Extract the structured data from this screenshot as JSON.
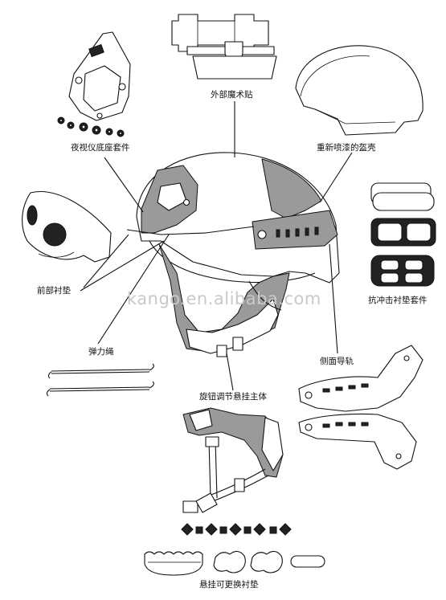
{
  "labels": {
    "external_velcro": "外部魔术贴",
    "nvg_mount_kit": "夜视仪底座套件",
    "repainted_shell": "重新喷漆的盔壳",
    "front_pad": "前部衬垫",
    "impact_pad_kit": "抗冲击衬垫套件",
    "bungee_cord": "弹力绳",
    "side_rail": "侧面导轨",
    "dial_suspension": "旋钮调节悬挂主体",
    "replaceable_pads": "悬挂可更换衬垫"
  },
  "watermark": "kango.en.alibaba.com"
}
